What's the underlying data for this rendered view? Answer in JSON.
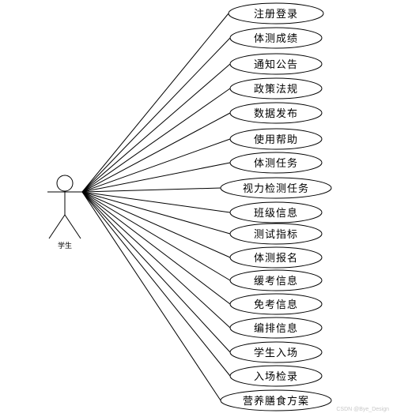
{
  "actor": {
    "label": "学生"
  },
  "use_cases": [
    "注册登录",
    "体测成绩",
    "通知公告",
    "政策法规",
    "数据发布",
    "使用帮助",
    "体测任务",
    "视力检测任务",
    "班级信息",
    "测试指标",
    "体测报名",
    "缓考信息",
    "免考信息",
    "编排信息",
    "学生入场",
    "入场检录",
    "营养膳食方案"
  ],
  "watermark": "CSDN @Bye_Design"
}
